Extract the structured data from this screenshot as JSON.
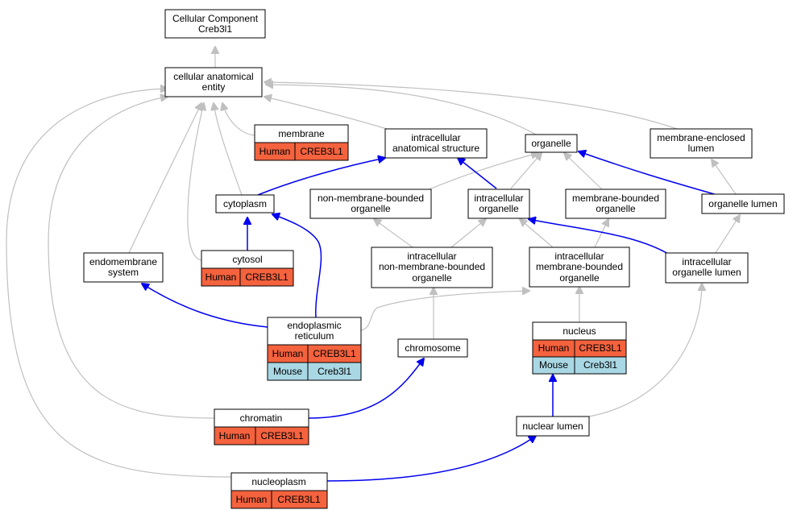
{
  "colors": {
    "human_cell": "#f4623e",
    "mouse_cell": "#a9d8e4",
    "is_a_edge": "#c0c0c0",
    "part_of_edge": "#0000ee"
  },
  "nodes": {
    "root": {
      "lines": [
        "Cellular Component",
        "Creb3l1"
      ]
    },
    "cae": {
      "lines": [
        "cellular anatomical",
        "entity"
      ]
    },
    "membrane": {
      "lines": [
        "membrane"
      ],
      "rows": [
        [
          "Human",
          "CREB3L1"
        ]
      ]
    },
    "ias": {
      "lines": [
        "intracellular",
        "anatomical structure"
      ]
    },
    "organelle": {
      "lines": [
        "organelle"
      ]
    },
    "mel": {
      "lines": [
        "membrane-enclosed",
        "lumen"
      ]
    },
    "cytoplasm": {
      "lines": [
        "cytoplasm"
      ]
    },
    "nmbo": {
      "lines": [
        "non-membrane-bounded",
        "organelle"
      ]
    },
    "io": {
      "lines": [
        "intracellular",
        "organelle"
      ]
    },
    "mbo": {
      "lines": [
        "membrane-bounded",
        "organelle"
      ]
    },
    "ol": {
      "lines": [
        "organelle lumen"
      ]
    },
    "ems": {
      "lines": [
        "endomembrane",
        "system"
      ]
    },
    "cytosol": {
      "lines": [
        "cytosol"
      ],
      "rows": [
        [
          "Human",
          "CREB3L1"
        ]
      ]
    },
    "inmbo": {
      "lines": [
        "intracellular",
        "non-membrane-bounded",
        "organelle"
      ]
    },
    "imbo": {
      "lines": [
        "intracellular",
        "membrane-bounded",
        "organelle"
      ]
    },
    "iol": {
      "lines": [
        "intracellular",
        "organelle lumen"
      ]
    },
    "er": {
      "lines": [
        "endoplasmic",
        "reticulum"
      ],
      "rows": [
        [
          "Human",
          "CREB3L1"
        ],
        [
          "Mouse",
          "Creb3l1"
        ]
      ]
    },
    "chromosome": {
      "lines": [
        "chromosome"
      ]
    },
    "nucleus": {
      "lines": [
        "nucleus"
      ],
      "rows": [
        [
          "Human",
          "CREB3L1"
        ],
        [
          "Mouse",
          "Creb3l1"
        ]
      ]
    },
    "chromatin": {
      "lines": [
        "chromatin"
      ],
      "rows": [
        [
          "Human",
          "CREB3L1"
        ]
      ]
    },
    "nl": {
      "lines": [
        "nuclear lumen"
      ]
    },
    "np": {
      "lines": [
        "nucleoplasm"
      ],
      "rows": [
        [
          "Human",
          "CREB3L1"
        ]
      ]
    }
  }
}
